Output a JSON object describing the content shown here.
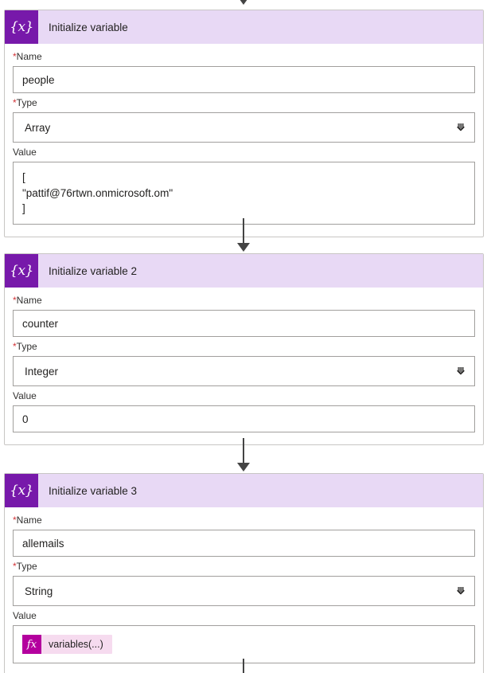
{
  "app": {
    "name": "power-automate-flow-designer",
    "icon_glyph": "{x}",
    "colors": {
      "icon_purple": "#7719AA",
      "header_lavender": "#E8D9F5",
      "required_red": "#D13438",
      "token_magenta": "#B4009E",
      "token_pink_bg": "#F6DBEF",
      "connector_gray": "#444444",
      "border_gray": "#A19F9D"
    }
  },
  "connectors": {
    "top_partial": {
      "head_only": true
    },
    "between_1_2": {
      "line_height": 34
    },
    "between_2_3": {
      "line_height": 34
    },
    "bottom_partial": {
      "line_height": 19
    }
  },
  "cards": [
    {
      "id": "initialize-variable",
      "title": "Initialize variable",
      "icon": "variable-icon",
      "fields": [
        {
          "kind": "text",
          "label": "Name",
          "required": true,
          "value": "people"
        },
        {
          "kind": "select",
          "label": "Type",
          "required": true,
          "value": "Array",
          "chevron": "chevron-down-icon"
        },
        {
          "kind": "textarea",
          "label": "Value",
          "required": false,
          "value": "[\n\"pattif@76rtwn.onmicrosoft.om\"\n]"
        }
      ]
    },
    {
      "id": "initialize-variable-2",
      "title": "Initialize variable 2",
      "icon": "variable-icon",
      "fields": [
        {
          "kind": "text",
          "label": "Name",
          "required": true,
          "value": "counter"
        },
        {
          "kind": "select",
          "label": "Type",
          "required": true,
          "value": "Integer",
          "chevron": "chevron-down-icon"
        },
        {
          "kind": "text",
          "label": "Value",
          "required": false,
          "value": "0"
        }
      ]
    },
    {
      "id": "initialize-variable-3",
      "title": "Initialize variable 3",
      "icon": "variable-icon",
      "fields": [
        {
          "kind": "text",
          "label": "Name",
          "required": true,
          "value": "allemails"
        },
        {
          "kind": "select",
          "label": "Type",
          "required": true,
          "value": "String",
          "chevron": "chevron-down-icon"
        },
        {
          "kind": "token",
          "label": "Value",
          "required": false,
          "token_glyph": "fx",
          "token_label": "variables(...)"
        }
      ]
    }
  ]
}
